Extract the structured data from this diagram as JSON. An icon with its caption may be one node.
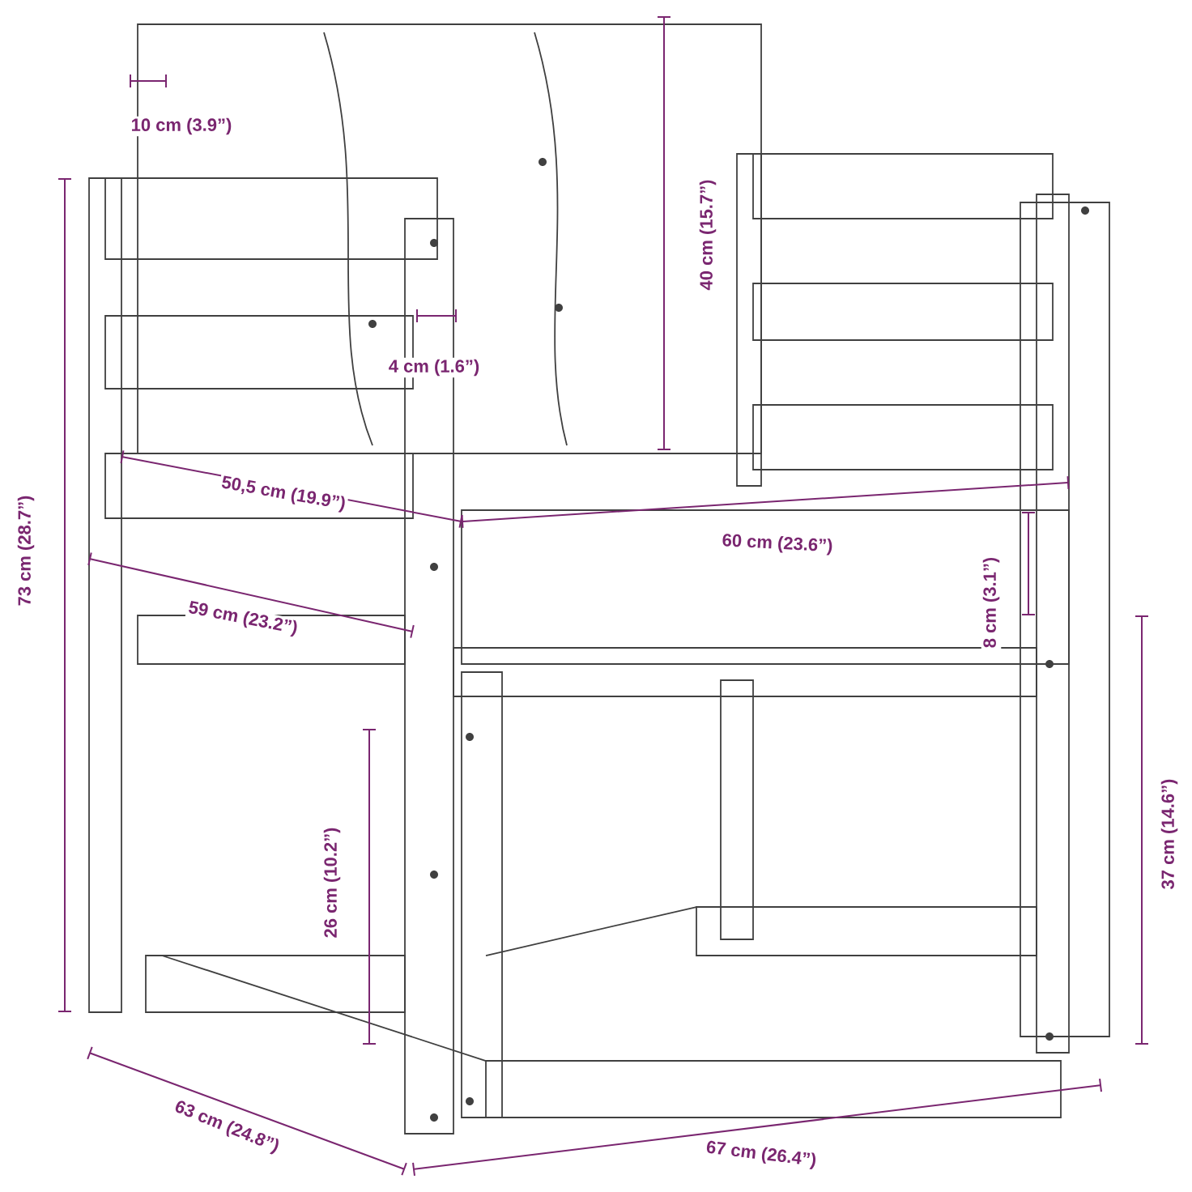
{
  "diagram": {
    "labels": [
      "10 cm (3.9”)",
      "40 cm (15.7”)",
      "4 cm (1.6”)",
      "73 cm (28.7”)",
      "50,5 cm (19.9”)",
      "60 cm (23.6”)",
      "59 cm (23.2”)",
      "8 cm (3.1”)",
      "26 cm (10.2”)",
      "37 cm (14.6”)",
      "63 cm (24.8”)",
      "67 cm (26.4”)"
    ]
  }
}
